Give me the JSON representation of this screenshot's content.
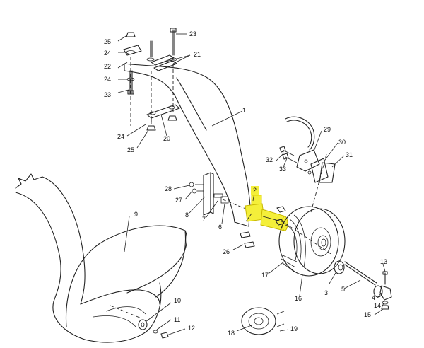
{
  "diagram": {
    "callouts": [
      "1",
      "2",
      "3",
      "4",
      "5",
      "6",
      "7",
      "8",
      "9",
      "10",
      "11",
      "12",
      "13",
      "14",
      "15",
      "16",
      "17",
      "18",
      "19",
      "20",
      "21",
      "22",
      "23",
      "24",
      "25",
      "26",
      "27",
      "28",
      "29",
      "30",
      "31",
      "32",
      "33"
    ],
    "highlighted_part": "2",
    "colors": {
      "highlight": "#f4ef3a",
      "line": "#222222",
      "background": "#ffffff"
    }
  }
}
